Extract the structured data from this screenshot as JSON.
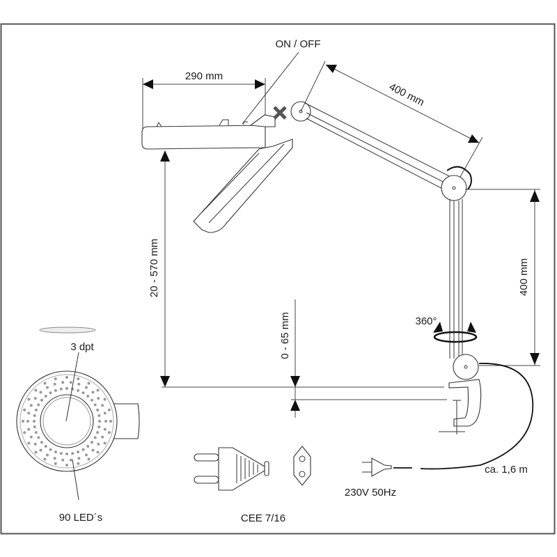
{
  "labels": {
    "switch": "ON / OFF",
    "head_width": "290 mm",
    "upper_arm": "400 mm",
    "lower_arm": "400 mm",
    "height_range": "20 - 570 mm",
    "clamp_range": "0 - 65 mm",
    "rotation": "360°",
    "cable_length": "ca. 1,6 m",
    "power": "230V  50Hz",
    "lens": "3 dpt",
    "leds": "90 LED´s",
    "plug": "CEE 7/16"
  }
}
